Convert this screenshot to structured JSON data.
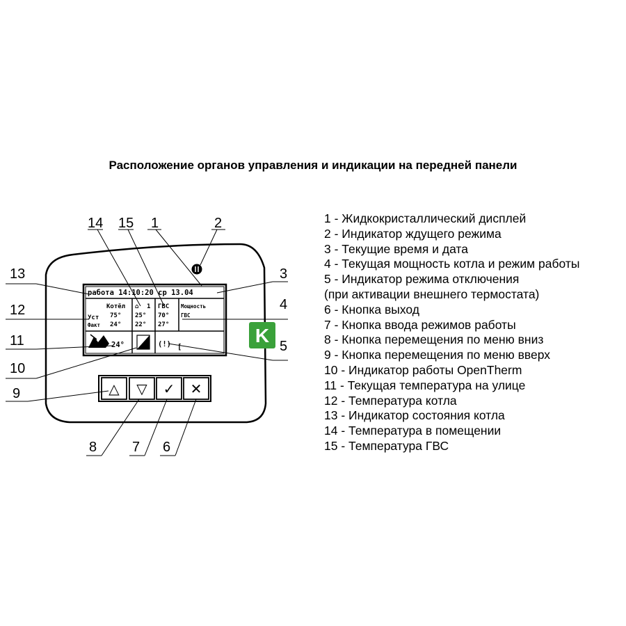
{
  "title": "Расположение органов управления и индикации на передней панели",
  "logo": {
    "letter": "K",
    "color": "#3aa13a"
  },
  "callouts": {
    "c1": "1",
    "c2": "2",
    "c3": "3",
    "c4": "4",
    "c5": "5",
    "c6": "6",
    "c7": "7",
    "c8": "8",
    "c9": "9",
    "c10": "10",
    "c11": "11",
    "c12": "12",
    "c13": "13",
    "c14": "14",
    "c15": "15"
  },
  "lcd": {
    "status_line": "работа 14:10:20 ср 13.04",
    "boiler_header": "Котёл",
    "room_value": "1",
    "dhw_header": "ГВС",
    "power_header": "Мощность",
    "mode": "ГВС",
    "set_label": "Уст",
    "set_boiler": "75°",
    "set_room": "25°",
    "set_dhw": "70°",
    "fact_label": "Факт",
    "fact_boiler": "24°",
    "fact_room": "22°",
    "fact_dhw": "27°",
    "outdoor_temp": "24°",
    "disable_indicator": "(!)",
    "bracket": "["
  },
  "buttons": {
    "up_symbol": "△",
    "down_symbol": "▽",
    "enter_symbol": "✓",
    "exit_symbol": "✕"
  },
  "legend": [
    "1 - Жидкокристаллический дисплей",
    "2 - Индикатор ждущего режима",
    "3 - Текущие время и дата",
    "4 - Текущая мощность котла и режим работы",
    "5 - Индикатор режима отключения",
    "(при активации внешнего термостата)",
    "6 - Кнопка выход",
    "7 - Кнопка ввода режимов работы",
    "8 - Кнопка перемещения по меню вниз",
    "9 - Кнопка перемещения по меню вверх",
    "10 - Индикатор работы OpenTherm",
    "11 - Текущая температура на улице",
    "12 - Температура котла",
    "13 - Индикатор состояния котла",
    "14 - Температура в помещении",
    "15 - Температура ГВС"
  ]
}
